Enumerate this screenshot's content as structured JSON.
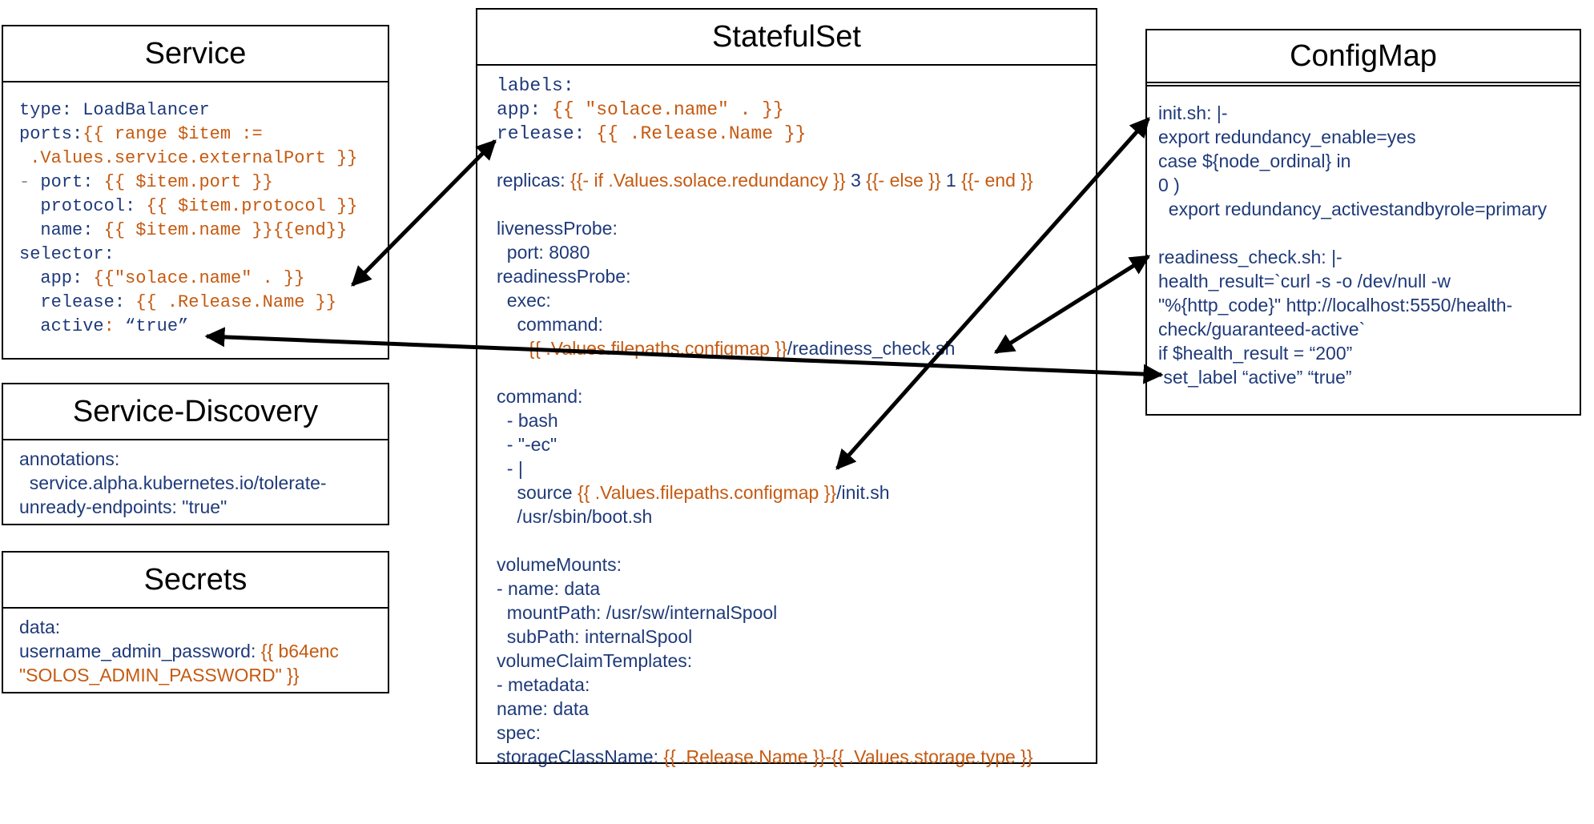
{
  "colors": {
    "navy": "#1f3a7a",
    "orange": "#c55a11",
    "gray": "#8a8a8a",
    "border": "#000000"
  },
  "service": {
    "title": "Service",
    "lines": [
      [
        {
          "t": "type: ",
          "c": "n"
        },
        {
          "t": "LoadBalancer",
          "c": "n"
        }
      ],
      [
        {
          "t": "ports:",
          "c": "n"
        },
        {
          "t": "{{ range $item :=",
          "c": "o"
        }
      ],
      [
        {
          "t": " .Values.service.externalPort }}",
          "c": "o"
        }
      ],
      [
        {
          "t": "- ",
          "c": "g"
        },
        {
          "t": "port: ",
          "c": "n"
        },
        {
          "t": "{{ $item.port }}",
          "c": "o"
        }
      ],
      [
        {
          "t": "  protocol: ",
          "c": "n"
        },
        {
          "t": "{{ $item.protocol }}",
          "c": "o"
        }
      ],
      [
        {
          "t": "  name: ",
          "c": "n"
        },
        {
          "t": "{{ $item.name }}{{end}}",
          "c": "o"
        }
      ],
      [
        {
          "t": "selector:",
          "c": "n"
        }
      ],
      [
        {
          "t": "  app: ",
          "c": "n"
        },
        {
          "t": "{{\"solace.name\" . }}",
          "c": "o"
        }
      ],
      [
        {
          "t": "  release: ",
          "c": "n"
        },
        {
          "t": "{{ .Release.Name }}",
          "c": "o"
        }
      ],
      [
        {
          "t": "  active",
          "c": "n"
        },
        {
          "t": ": ",
          "c": "o"
        },
        {
          "t": "“true”",
          "c": "n"
        }
      ]
    ]
  },
  "service_discovery": {
    "title": "Service-Discovery",
    "lines": [
      [
        {
          "t": "annotations:",
          "c": "n"
        }
      ],
      [
        {
          "t": "  service.alpha.kubernetes.io/tolerate-",
          "c": "n"
        }
      ],
      [
        {
          "t": "unready-endpoints: \"true\"",
          "c": "n"
        }
      ]
    ]
  },
  "secrets": {
    "title": "Secrets",
    "lines": [
      [
        {
          "t": "data:",
          "c": "n"
        }
      ],
      [
        {
          "t": "username_admin_password: ",
          "c": "n"
        },
        {
          "t": "{{ b64enc",
          "c": "o"
        }
      ],
      [
        {
          "t": "\"SOLOS_ADMIN_PASSWORD\" }}",
          "c": "o"
        }
      ]
    ]
  },
  "statefulset": {
    "title": "StatefulSet",
    "lines": [
      [
        {
          "t": "labels:",
          "c": "n",
          "f": "m"
        }
      ],
      [
        {
          "t": "app: ",
          "c": "n",
          "f": "m"
        },
        {
          "t": "{{ \"solace.name\" . }}",
          "c": "o",
          "f": "m"
        }
      ],
      [
        {
          "t": "release: ",
          "c": "n",
          "f": "m"
        },
        {
          "t": "{{ .Release.Name }}",
          "c": "o",
          "f": "m"
        }
      ],
      [],
      [
        {
          "t": "replicas: ",
          "c": "n"
        },
        {
          "t": "{{- if .Values.solace.redundancy }}",
          "c": "o"
        },
        {
          "t": " 3 ",
          "c": "n"
        },
        {
          "t": "{{- else }}",
          "c": "o"
        },
        {
          "t": " 1 ",
          "c": "n"
        },
        {
          "t": "{{- end }}",
          "c": "o"
        }
      ],
      [],
      [
        {
          "t": "livenessProbe:",
          "c": "n"
        }
      ],
      [
        {
          "t": "  port: 8080",
          "c": "n"
        }
      ],
      [
        {
          "t": "readinessProbe:",
          "c": "n"
        }
      ],
      [
        {
          "t": "  exec:",
          "c": "n"
        }
      ],
      [
        {
          "t": "    command:",
          "c": "n"
        }
      ],
      [
        {
          "t": "    - ",
          "c": "n"
        },
        {
          "t": "{{ .Values.filepaths.configmap }}",
          "c": "o"
        },
        {
          "t": "/readiness_check.sh",
          "c": "n"
        }
      ],
      [],
      [
        {
          "t": "command:",
          "c": "n"
        }
      ],
      [
        {
          "t": "  - bash",
          "c": "n"
        }
      ],
      [
        {
          "t": "  - \"-ec\"",
          "c": "n"
        }
      ],
      [
        {
          "t": "  - |",
          "c": "n"
        }
      ],
      [
        {
          "t": "    source ",
          "c": "n"
        },
        {
          "t": "{{ .Values.filepaths.configmap }}",
          "c": "o"
        },
        {
          "t": "/init.sh",
          "c": "n"
        }
      ],
      [
        {
          "t": "    /usr/sbin/boot.sh",
          "c": "n"
        }
      ],
      [],
      [
        {
          "t": "volumeMounts:",
          "c": "n"
        }
      ],
      [
        {
          "t": "- name: data",
          "c": "n"
        }
      ],
      [
        {
          "t": "  mountPath: /usr/sw/internalSpool",
          "c": "n"
        }
      ],
      [
        {
          "t": "  subPath: internalSpool",
          "c": "n"
        }
      ],
      [
        {
          "t": "volumeClaimTemplates:",
          "c": "n"
        }
      ],
      [
        {
          "t": "- metadata:",
          "c": "n"
        }
      ],
      [
        {
          "t": "name: data",
          "c": "n"
        }
      ],
      [
        {
          "t": "spec:",
          "c": "n"
        }
      ],
      [
        {
          "t": "storageClassName: ",
          "c": "n"
        },
        {
          "t": "{{ .Release.Name }}-{{ .Values.storage.type }}",
          "c": "o"
        }
      ]
    ]
  },
  "configmap": {
    "title": "ConfigMap",
    "lines": [
      [
        {
          "t": "init.sh: |-",
          "c": "n"
        }
      ],
      [
        {
          "t": "export redundancy_enable=yes",
          "c": "n"
        }
      ],
      [
        {
          "t": "case ${node_ordinal} in",
          "c": "n"
        }
      ],
      [
        {
          "t": "0 )",
          "c": "n"
        }
      ],
      [
        {
          "t": "  export redundancy_activestandbyrole=primary",
          "c": "n"
        }
      ],
      [],
      [
        {
          "t": "readiness_check.sh: |-",
          "c": "n"
        }
      ],
      [
        {
          "t": "health_result=`curl -s -o /dev/null -w",
          "c": "n"
        }
      ],
      [
        {
          "t": "\"%{http_code}\" http://localhost:5550/health-",
          "c": "n"
        }
      ],
      [
        {
          "t": "check/guaranteed-active`",
          "c": "n"
        }
      ],
      [
        {
          "t": "if $health_result = “200”",
          "c": "n"
        }
      ],
      [
        {
          "t": " set_label “active” “true”",
          "c": "n"
        }
      ]
    ]
  }
}
